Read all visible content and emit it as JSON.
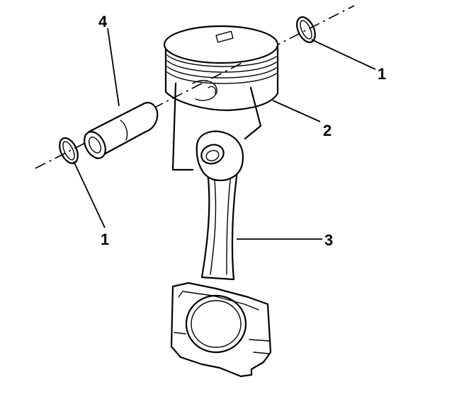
{
  "labels": {
    "ring_top": "1",
    "ring_bottom": "1",
    "piston": "2",
    "rod": "3",
    "pin": "4"
  },
  "colors": {
    "line": "#000000",
    "background": "#ffffff"
  }
}
